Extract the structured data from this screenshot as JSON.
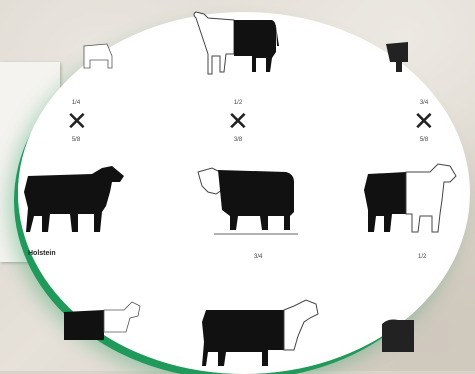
{
  "labels": {
    "cross_left_top": "1/4",
    "cross_left_bottom": "5/8",
    "cross_mid_top": "1/2",
    "cross_mid_bottom": "3/8",
    "cross_right_top": "3/4",
    "cross_right_bottom": "5/8",
    "breed_left": "Holstein",
    "mid_row_center": "3/4",
    "mid_row_right": "1/2"
  },
  "colors": {
    "accent": "#1f9a5b",
    "cow_black": "#111111",
    "cow_white": "#ffffff"
  },
  "icons": [
    "cow-black-icon",
    "cow-half-white-icon",
    "cross-icon"
  ]
}
